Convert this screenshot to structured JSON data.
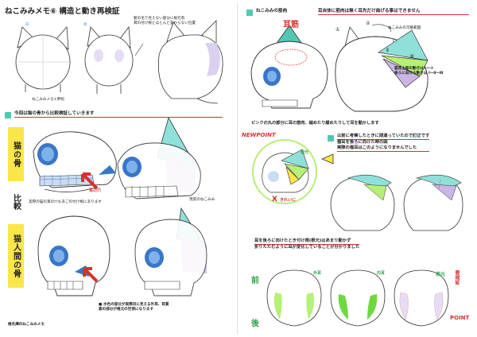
{
  "left": {
    "title": "ねこみみメモ⑥ 構造と動き再検証",
    "top_labels": {
      "front": "前",
      "back": "後"
    },
    "top_note": [
      "髪の毛で見えない部分に根元有",
      "耳の付け根とほとんど変わらない位置"
    ],
    "ref_label": "ねこみみメモ①参照",
    "section_head": "今回は猫の骨から比較検証していきます",
    "band_cat_bone": "猫の骨",
    "band_compare": "比較",
    "band_human_bone": "猫人間の骨",
    "hand_ear_hole": "耳の穴",
    "caption_cat_skull": "実際の猫の耳の穴もあごの付け根にあります",
    "caption_reality": "現実のねこみみ",
    "legend_note": [
      "■ 水色の部分が実際目に見える外耳、耳質",
      "紫の部分が根元の空洞になります"
    ],
    "signature": "椎名燁のねこみみメモ"
  },
  "right": {
    "muscle_head": "ねこみみの筋肉",
    "muscle_note": "耳自体に筋肉は無く耳先だけ曲げる事はできません",
    "hand_ear_muscle": "耳筋",
    "movable_label": "ねこみみの可動範囲",
    "roman": [
      "Ⅰ",
      "Ⅱ",
      "Ⅲ"
    ],
    "nums": [
      "①",
      "②"
    ],
    "range_note": [
      "猫耳上部の動きは①～②",
      "後ろに向ける動きは Ⅰ～Ⅱ～Ⅲ"
    ],
    "pink_note": "ピンクの丸の部分に耳の筋肉、縮めたり緩めたりして耳を動かします",
    "new_point": "NEWPOINT",
    "hand_root": "根元",
    "fix_block": [
      "以前に考察したときに間違っていたので訂正です",
      "猫耳を後ろに向けた時の図",
      "実際の猫耳はこのようになりませんでした"
    ],
    "mark_x": "X",
    "mark_x_label": "きれいに",
    "move_note": [
      "耳を後ろに向けたとき付け根(根元)はあまり動かず",
      "折りたたむように耳が変化していることが分かりました"
    ],
    "front_label": "前",
    "back_label": "後",
    "outer_label": "外耳",
    "inner_label": "内耳",
    "root_label": "根元",
    "point_label": "要検証",
    "point_word": "POINT"
  },
  "colors": {
    "teal": "#52c8b2",
    "cyan_bone": "#8fe0d8",
    "skull_blue": "#3a76c8",
    "purple": "#c9b6e6",
    "green": "#b6f075",
    "red": "#d93030",
    "yellow": "#fbe64a",
    "pink_skin": "#f7d6d6"
  }
}
